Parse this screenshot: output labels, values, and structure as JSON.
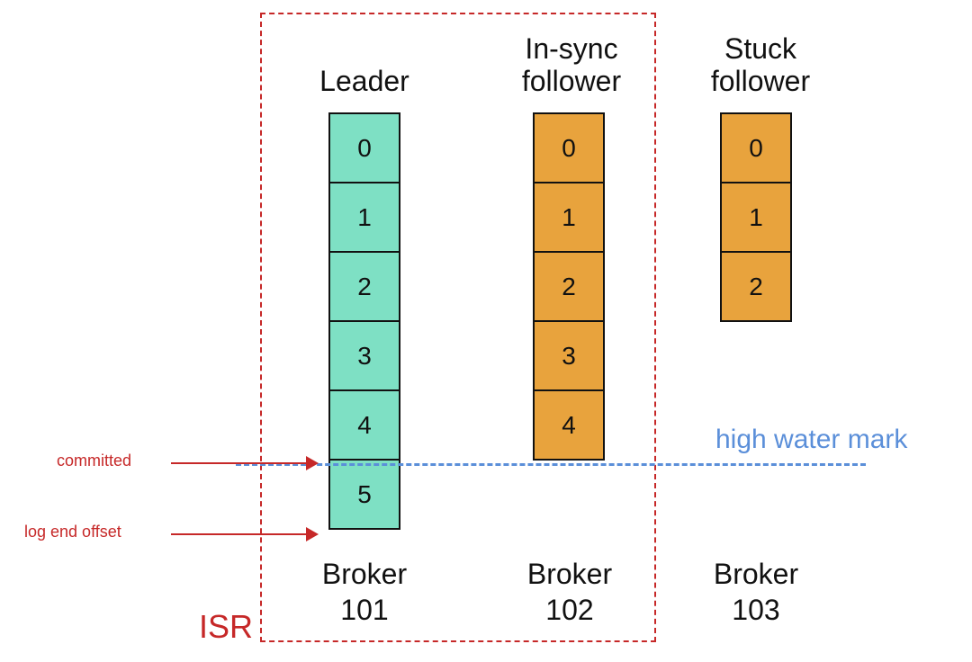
{
  "isr_label": "ISR",
  "high_water_mark_label": "high water mark",
  "annotations": {
    "committed": "committed",
    "log_end_offset": "log end offset"
  },
  "columns": [
    {
      "title_line1": "Leader",
      "title_line2": "",
      "offsets": [
        "0",
        "1",
        "2",
        "3",
        "4",
        "5"
      ],
      "broker_line1": "Broker",
      "broker_line2": "101",
      "color": "#7ee0c4"
    },
    {
      "title_line1": "In-sync",
      "title_line2": "follower",
      "offsets": [
        "0",
        "1",
        "2",
        "3",
        "4"
      ],
      "broker_line1": "Broker",
      "broker_line2": "102",
      "color": "#e8a33d"
    },
    {
      "title_line1": "Stuck",
      "title_line2": "follower",
      "offsets": [
        "0",
        "1",
        "2"
      ],
      "broker_line1": "Broker",
      "broker_line2": "103",
      "color": "#e8a33d"
    }
  ],
  "colors": {
    "isr": "#c62828",
    "high_water_mark": "#5b8fd9",
    "leader_cell": "#7ee0c4",
    "follower_cell": "#e8a33d"
  }
}
